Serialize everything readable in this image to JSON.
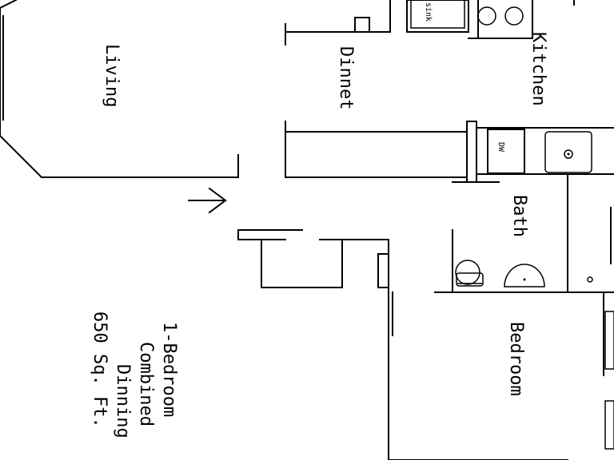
{
  "rooms": {
    "living": "Living",
    "dinnet": "Dinnet",
    "kitchen": "Kitchen",
    "bath": "Bath",
    "bedroom": "Bedroom"
  },
  "appliances": {
    "dishwasher": "DW"
  },
  "info": {
    "line1": "1-Bedroom",
    "line2": "Combined",
    "line3": "Dinning",
    "line4": "650 Sq. Ft."
  },
  "entry_arrow_icon": "arrow-right-icon"
}
